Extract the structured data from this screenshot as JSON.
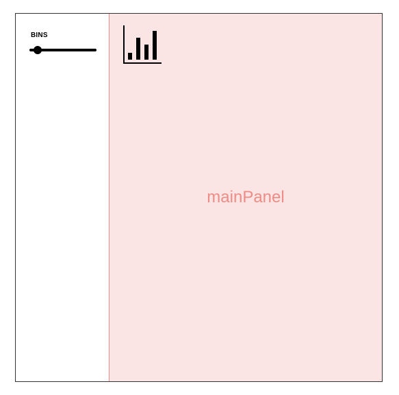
{
  "sidebar": {
    "bins_label": "BINS",
    "slider": {
      "value_fraction": 0.1
    }
  },
  "main_panel": {
    "label": "mainPanel",
    "icon": "bar-chart-icon"
  },
  "colors": {
    "frame_border": "#333333",
    "main_panel_bg": "#fbe4e4",
    "main_panel_accent": "#ee8c86",
    "slider": "#000000"
  }
}
